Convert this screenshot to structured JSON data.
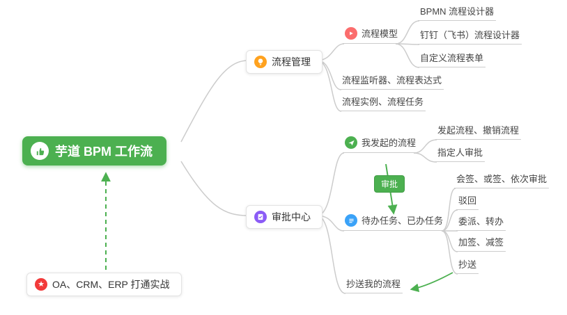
{
  "colors": {
    "accent_green": "#4cb050",
    "branch_orange": "#ffa21f",
    "branch_purple": "#8b5cf6",
    "node_red": "#fb6d6d",
    "node_green": "#4cb050",
    "node_blue": "#3aa2f8",
    "star_red": "#f23a3a",
    "connector_gray": "#cccccc"
  },
  "nodes": {
    "root": "芋道 BPM 工作流",
    "note": "OA、CRM、ERP 打通实战",
    "approval_badge": "审批",
    "process_mgmt": "流程管理",
    "process_model": "流程模型",
    "bpmn_designer": "BPMN 流程设计器",
    "dingtalk_designer": "钉钉（飞书）流程设计器",
    "custom_form": "自定义流程表单",
    "listener_expr": "流程监听器、流程表达式",
    "instance_task": "流程实例、流程任务",
    "approval_center": "审批中心",
    "my_initiated": "我发起的流程",
    "initiate_cancel": "发起流程、撤销流程",
    "assignee_approval": "指定人审批",
    "todo_done": "待办任务、已办任务",
    "countersign": "会签、或签、依次审批",
    "reject": "驳回",
    "delegate_transfer": "委派、转办",
    "add_reduce_sign": "加签、减签",
    "cc": "抄送",
    "cc_my_flow": "抄送我的流程"
  }
}
